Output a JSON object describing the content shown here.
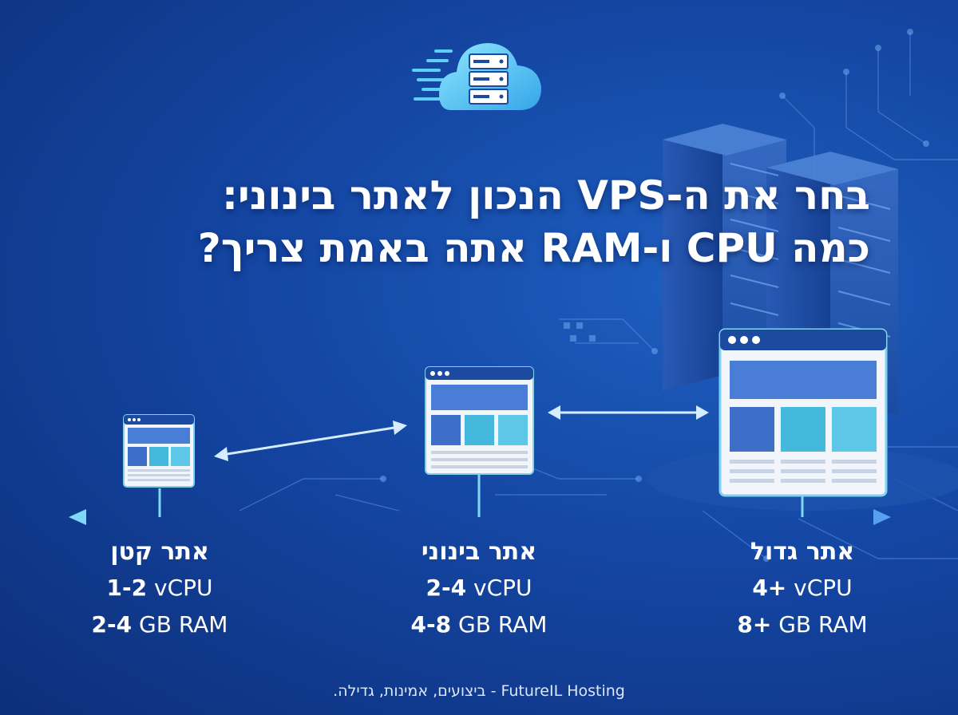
{
  "title": {
    "line1": "בחר את ה-VPS הנכון לאתר בינוני:",
    "line2": "כמה CPU ו-RAM אתה באמת צריך?"
  },
  "tiers": [
    {
      "name": "אתר קטן",
      "cpu_value": "1-2",
      "cpu_unit": "vCPU",
      "ram_value": "2-4",
      "ram_unit": "GB RAM"
    },
    {
      "name": "אתר בינוני",
      "cpu_value": "2-4",
      "cpu_unit": "vCPU",
      "ram_value": "4-8",
      "ram_unit": "GB RAM"
    },
    {
      "name": "אתר גדול",
      "cpu_value": "4+",
      "cpu_unit": "vCPU",
      "ram_value": "8+",
      "ram_unit": "GB RAM"
    }
  ],
  "footer": "FutureIL Hosting - ביצועים, אמינות, גדילה.",
  "colors": {
    "background": "#1446a3",
    "accent": "#7fd3f2",
    "panel_block": "#4a7ed6",
    "panel_block_light": "#44b8dd"
  },
  "icons": [
    "cloud-server-icon",
    "server-rack-icon",
    "browser-window-icon",
    "double-arrow-icon"
  ]
}
